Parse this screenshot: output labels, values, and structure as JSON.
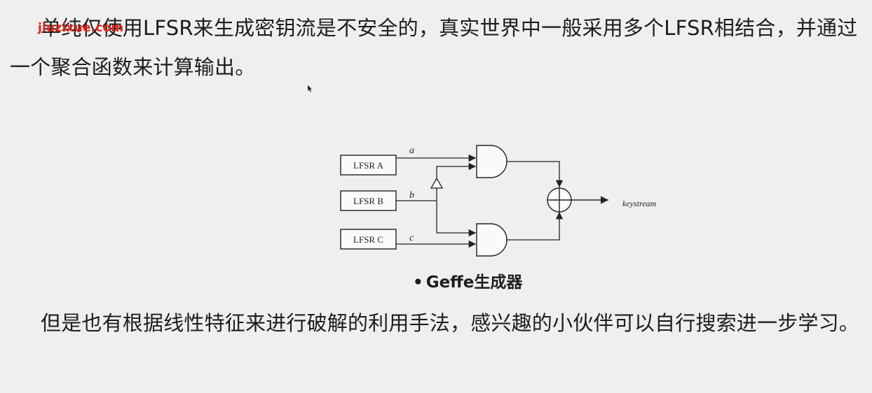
{
  "paragraphs": {
    "intro": "单纯仅使用LFSR来生成密钥流是不安全的，真实世界中一般采用多个LFSR相结合，并通过一个聚合函数来计算输出。",
    "closing": "但是也有根据线性特征来进行破解的利用手法，感兴趣的小伙伴可以自行搜索进一步学习。"
  },
  "watermark": "jiuzixue.com",
  "diagram": {
    "blocks": [
      "LFSR A",
      "LFSR B",
      "LFSR C"
    ],
    "signals": {
      "a": "a",
      "b": "b",
      "c": "c"
    },
    "output_label": "keystream"
  },
  "caption": {
    "bullet": "•",
    "text": "Geffe生成器"
  },
  "icons": {
    "cursor": "mouse-pointer-icon",
    "xor": "xor-circle-icon",
    "and_gate": "and-gate-icon",
    "not_gate": "not-gate-icon"
  }
}
